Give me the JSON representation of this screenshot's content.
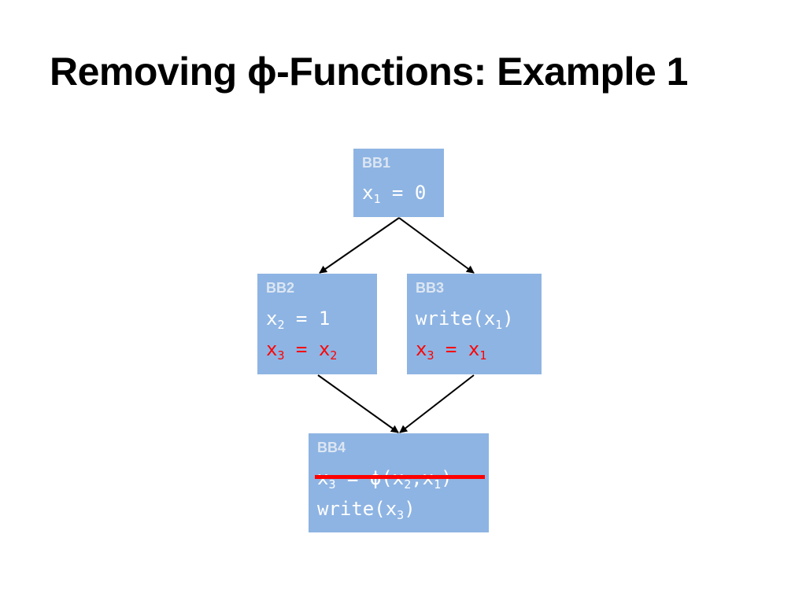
{
  "title": "Removing ϕ-Functions: Example 1",
  "blocks": {
    "bb1": {
      "label": "BB1",
      "line1": {
        "var": "x",
        "sub": "1",
        "rest": " = 0"
      }
    },
    "bb2": {
      "label": "BB2",
      "line1": {
        "var": "x",
        "sub": "2",
        "rest": " = 1"
      },
      "line2": {
        "var": "x",
        "sub": "3",
        "mid": " = x",
        "sub2": "2"
      }
    },
    "bb3": {
      "label": "BB3",
      "line1": {
        "pre": "write(x",
        "sub": "1",
        "post": ")"
      },
      "line2": {
        "var": "x",
        "sub": "3",
        "mid": " = x",
        "sub2": "1"
      }
    },
    "bb4": {
      "label": "BB4",
      "line1": {
        "var": "x",
        "sub": "3",
        "mid": " = ϕ(x",
        "sub2": "2",
        "mid2": ",x",
        "sub3": "1",
        "post": ")"
      },
      "line2": {
        "pre": "write(x",
        "sub": "3",
        "post": ")"
      }
    }
  },
  "colors": {
    "block_fill": "#8eb4e3",
    "highlight": "#ff0000",
    "label": "#dce6f2"
  },
  "edges": [
    {
      "from": "BB1",
      "to": "BB2"
    },
    {
      "from": "BB1",
      "to": "BB3"
    },
    {
      "from": "BB2",
      "to": "BB4"
    },
    {
      "from": "BB3",
      "to": "BB4"
    }
  ]
}
